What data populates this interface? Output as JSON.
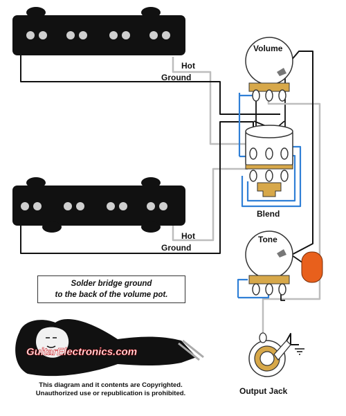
{
  "pickup_labels": {
    "neck_hot": "Hot",
    "neck_ground": "Ground",
    "bridge_hot": "Hot",
    "bridge_ground": "Ground"
  },
  "component_labels": {
    "volume": "Volume",
    "blend": "Blend",
    "tone": "Tone",
    "output_jack": "Output Jack"
  },
  "note": {
    "line1": "Solder bridge ground",
    "line2": "to the back of the volume pot."
  },
  "logo": {
    "text": "GuitarElectronics.com"
  },
  "copyright": {
    "line1": "This diagram and it contents are Copyrighted.",
    "line2": "Unauthorized use or republication is prohibited."
  },
  "colors": {
    "hot_wire": "#bdbdbd",
    "ground_wire": "#111111",
    "blend_wire": "#2f7fd6",
    "cap": "#e8601c",
    "pot_lug": "#d7a84a"
  }
}
